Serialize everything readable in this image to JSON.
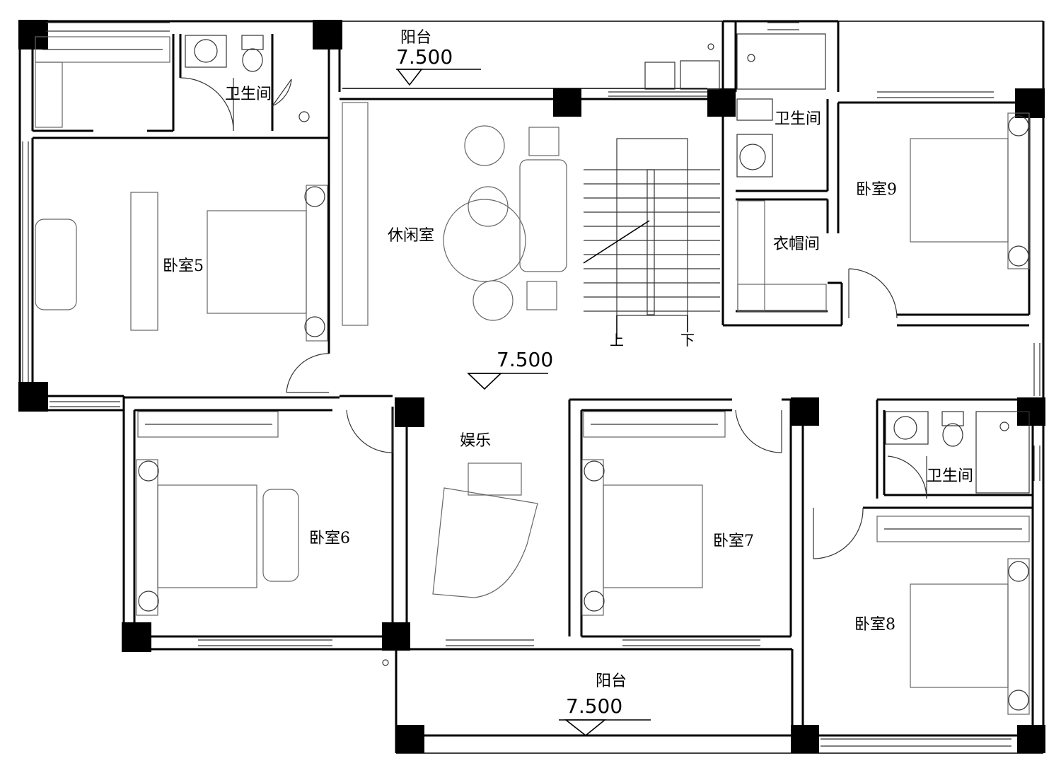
{
  "rooms": {
    "bathroom_top_left": "卫生间",
    "bathroom_top_right": "卫生间",
    "bathroom_mid_right": "卫生间",
    "bedroom5": "卧室5",
    "bedroom6": "卧室6",
    "bedroom7": "卧室7",
    "bedroom8": "卧室8",
    "bedroom9": "卧室9",
    "leisure_room": "休闲室",
    "entertainment": "娱乐",
    "cloakroom": "衣帽间",
    "balcony_top": "阳台",
    "balcony_bottom": "阳台"
  },
  "elevations": {
    "balcony_top": "7.500",
    "hall": "7.500",
    "balcony_bottom": "7.500"
  },
  "stairs": {
    "up": "上",
    "down": "下"
  },
  "colors": {
    "ink": "#000000",
    "paper": "#ffffff"
  }
}
